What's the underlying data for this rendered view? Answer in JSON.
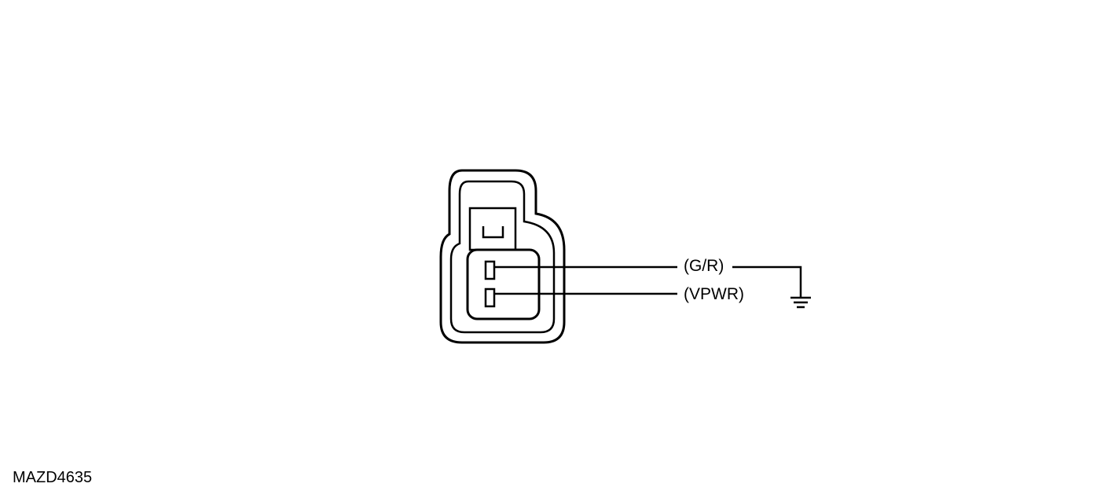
{
  "diagram": {
    "wires": [
      {
        "label": "(G/R)",
        "termination": "ground"
      },
      {
        "label": "(VPWR)"
      }
    ],
    "figure_id": "MAZD4635"
  },
  "colors": {
    "ink": "#000000",
    "background": "#ffffff"
  }
}
